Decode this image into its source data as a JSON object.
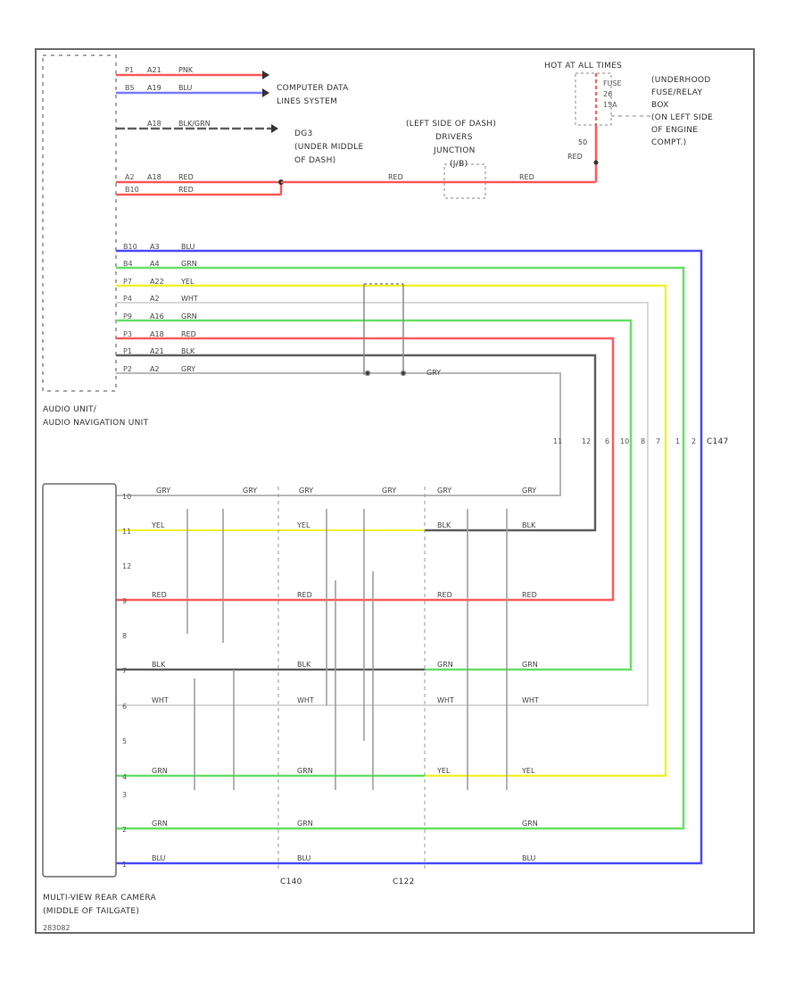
{
  "colors": {
    "RED": "#ff5a5a",
    "BLU": "#4a4aff",
    "GRN": "#66e066",
    "YEL": "#f0f030",
    "WHT": "#d8d8d8",
    "BLK": "#606060",
    "GRY": "#b8b8b8",
    "border": "#6a6a6a",
    "splice": "#8a8a8a"
  },
  "audio_unit": {
    "title_line1": "AUDIO UNIT/",
    "title_line2": "AUDIO NAVIGATION UNIT",
    "top_wires": [
      {
        "pin": "P1",
        "circuit": "A21",
        "color": "PNK"
      },
      {
        "pin": "B5",
        "circuit": "A19",
        "color": "BLU"
      },
      {
        "pin": "",
        "circuit": "A18",
        "color": "BLK/GRN"
      },
      {
        "pin": "A2",
        "circuit": "A18",
        "color": "RED"
      },
      {
        "pin": "B10",
        "circuit": "",
        "color": "RED"
      }
    ],
    "video_wires": [
      {
        "pin": "B10",
        "circuit": "A3",
        "color": "BLU"
      },
      {
        "pin": "B4",
        "circuit": "A4",
        "color": "GRN"
      },
      {
        "pin": "P7",
        "circuit": "A22",
        "color": "YEL"
      },
      {
        "pin": "P4",
        "circuit": "A2",
        "color": "WHT"
      },
      {
        "pin": "P9",
        "circuit": "A16",
        "color": "GRN"
      },
      {
        "pin": "P3",
        "circuit": "A18",
        "color": "RED"
      },
      {
        "pin": "P1",
        "circuit": "A21",
        "color": "BLK"
      },
      {
        "pin": "P2",
        "circuit": "A2",
        "color": "GRY"
      }
    ]
  },
  "labels": {
    "computer_data": [
      "COMPUTER DATA",
      "LINES SYSTEM"
    ],
    "dg3": [
      "DG3",
      "(UNDER MIDDLE",
      "OF DASH)"
    ],
    "junction": [
      "(LEFT SIDE OF DASH)",
      "DRIVERS",
      "JUNCTION",
      "(J/B)"
    ],
    "hot_at": "HOT AT ALL TIMES",
    "fuse": [
      "FUSE",
      "26",
      "15A"
    ],
    "fuse_box": [
      "(UNDERHOOD",
      "FUSE/RELAY",
      "BOX",
      "(ON LEFT SIDE",
      "OF ENGINE",
      "COMPT.)"
    ],
    "fuse_wire": [
      "50",
      "RED"
    ],
    "junction_wire_left": "RED",
    "junction_wire_right": "RED",
    "connector_c147": "C147",
    "connector_pins": [
      "11",
      "12",
      "6",
      "10",
      "8",
      "7",
      "1",
      "2"
    ],
    "gry_inline": "GRY",
    "c140": "C140",
    "c122": "C122",
    "code": "283082"
  },
  "camera": {
    "title_line1": "MULTI-VIEW REAR CAMERA",
    "title_line2": "(MIDDLE OF TAILGATE)",
    "pins": [
      "10",
      "11",
      "12",
      "9",
      "8",
      "7",
      "6",
      "5",
      "4",
      "3",
      "2",
      "1"
    ],
    "wire_rows": [
      {
        "c1": "GRY",
        "c2": "GRY",
        "c3": "GRY",
        "c4": "GRY",
        "c5": "GRY",
        "c6": "GRY"
      },
      {
        "c1": "YEL",
        "c2": "YEL",
        "c3": "BLK",
        "c4": "BLK"
      },
      {
        "c1": "RED",
        "c2": "RED",
        "c3": "RED",
        "c4": "RED"
      },
      {
        "c1": "BLK",
        "c2": "BLK",
        "c3": "GRN",
        "c4": "GRN"
      },
      {
        "c1": "WHT",
        "c2": "WHT",
        "c3": "WHT",
        "c4": "WHT"
      },
      {
        "c1": "GRN",
        "c2": "GRN",
        "c3": "YEL",
        "c4": "YEL"
      },
      {
        "c1": "GRN",
        "c2": "GRN",
        "c3": "GRN"
      },
      {
        "c1": "BLU",
        "c2": "BLU",
        "c3": "BLU"
      }
    ]
  }
}
